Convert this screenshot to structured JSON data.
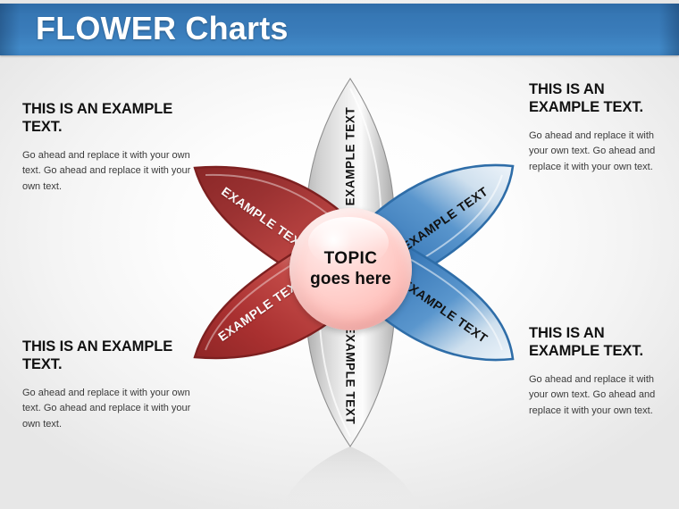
{
  "banner": {
    "title": "FLOWER Charts",
    "bg_color_top": "#2f6ca8",
    "bg_color_bottom": "#4189c7",
    "text_color": "#ffffff"
  },
  "background": {
    "edge_color": "#e7e7e7",
    "center_color": "#ffffff"
  },
  "center": {
    "line1": "TOPIC",
    "line2": "goes here",
    "fill_color": "#ffd2ce",
    "text_color": "#0d0d0d"
  },
  "petals": [
    {
      "id": "top",
      "label": "EXAMPLE TEXT",
      "color": "#c9c9c9",
      "text_color": "#111111",
      "angle": -90
    },
    {
      "id": "upper-right",
      "label": "EXAMPLE TEXT",
      "color": "#3a79b8",
      "text_color": "#111111",
      "angle": -35
    },
    {
      "id": "lower-right",
      "label": "EXAMPLE TEXT",
      "color": "#3a79b8",
      "text_color": "#111111",
      "angle": 35
    },
    {
      "id": "bottom",
      "label": "EXAMPLE TEXT",
      "color": "#c9c9c9",
      "text_color": "#111111",
      "angle": 90
    },
    {
      "id": "lower-left",
      "label": "EXAMPLE TEXT",
      "color": "#b33231",
      "text_color": "#fafafa",
      "angle": -35
    },
    {
      "id": "upper-left",
      "label": "EXAMPLE TEXT",
      "color": "#8e2b2b",
      "text_color": "#fafafa",
      "angle": 35
    }
  ],
  "text_blocks": {
    "top_left": {
      "heading": "THIS IS AN EXAMPLE TEXT.",
      "body": "Go ahead and replace it with your own text. Go ahead and replace it with your own text."
    },
    "bottom_left": {
      "heading": "THIS IS AN EXAMPLE TEXT.",
      "body": "Go ahead and replace it with your own text. Go ahead and replace it with your own text."
    },
    "top_right": {
      "heading": "THIS IS AN EXAMPLE TEXT.",
      "body": "Go ahead and replace it with your own text. Go ahead and replace it with your own text."
    },
    "bottom_right": {
      "heading": "THIS IS AN EXAMPLE TEXT.",
      "body": "Go ahead and replace it with your own text. Go ahead and replace it with your own text."
    }
  }
}
